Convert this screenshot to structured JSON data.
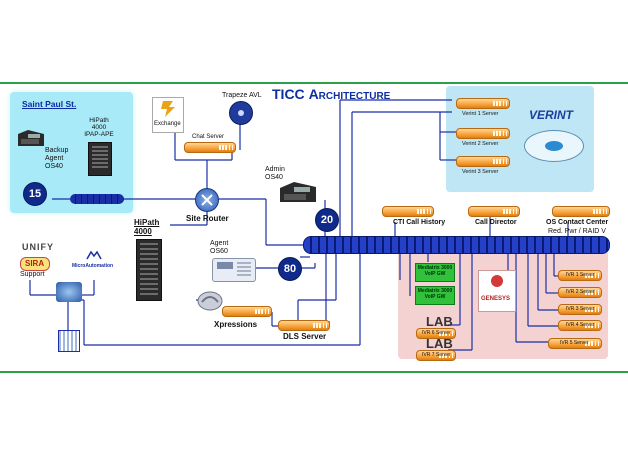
{
  "title": "TICC Architecture",
  "title_prefix": "TICC",
  "title_rest": "Architecture",
  "colors": {
    "accent": "#0d2fa0",
    "frame": "#2aa04a",
    "connector": "#1a2fa6",
    "lab": "#f4d2d2",
    "saint": "#a8eaf7",
    "verint": "#bfe6f5"
  },
  "saint_paul": {
    "title": "Saint Paul St.",
    "hipath": "HiPath 4000 IPAP-APE",
    "backup": "Backup Agent OS40",
    "badge": "15"
  },
  "top": {
    "exchange": "Exchange",
    "chat": "Chat Server",
    "trapeze": "Trapeze AVL",
    "router": "Site Router"
  },
  "admin": {
    "label": "Admin OS40",
    "badge": "20"
  },
  "agent": {
    "label": "Agent OS60",
    "badge": "80"
  },
  "hipath_main": "HiPath 4000",
  "left": {
    "unify": "UNIFY",
    "sira": "SIRA",
    "support": "Support",
    "micro": "MicroAutomation"
  },
  "bottom": {
    "xpressions": "Xpressions",
    "dls": "DLS Server"
  },
  "verint": {
    "logo": "VERINT",
    "servers": [
      "Verint 1 Server",
      "Verint 2 Server",
      "Verint 3 Server"
    ]
  },
  "right_top": {
    "cti": "CTI Call History",
    "call_director": "Call Director",
    "os_cc": "OS Contact Center",
    "red": "Red. Pwr / RAID V"
  },
  "gateways": [
    {
      "name": "Mediatrix 3000",
      "sub": "VoIP GW"
    },
    {
      "name": "Mediatrix 3000",
      "sub": "VoIP GW"
    }
  ],
  "genesys": "GENESYS",
  "lab": {
    "word": "LAB",
    "ivr6": "IVR 6 Server",
    "ivr7": "IVR 7 Server"
  },
  "ivr_servers": [
    "IVR 1 Server",
    "IVR 2 Server",
    "IVR 3 Server",
    "IVR 4 Server",
    "IVR 5 Server"
  ]
}
